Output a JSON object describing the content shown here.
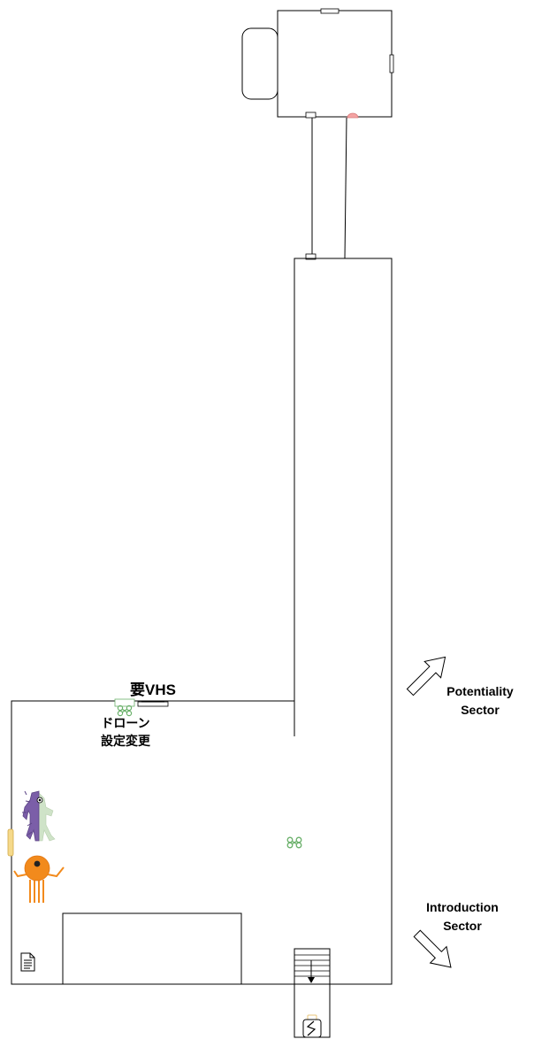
{
  "labels": {
    "vhs_required": "要VHS",
    "drone_line1": "ドローン",
    "drone_line2": "設定変更",
    "potentiality_line1": "Potentiality",
    "potentiality_line2": "Sector",
    "introduction_line1": "Introduction",
    "introduction_line2": "Sector"
  },
  "icons": {
    "drone": "drone-icon",
    "document": "document-icon",
    "entity_purple_white": "split-creature-icon",
    "entity_orange": "orange-octopus-icon",
    "stairs": "stairs-icon",
    "elevator_down": "down-arrow-icon",
    "lightning_card": "lightning-card-icon",
    "arrow_up_right": "arrow-up-right-icon",
    "arrow_down_right": "arrow-down-right-icon",
    "red_button": "alarm-button-icon"
  },
  "colors": {
    "wall": "#000000",
    "drone": "#6ab06a",
    "door_yellow": "#f5d98a",
    "entity_purple": "#7b5ea8",
    "entity_pale": "#cfe3c8",
    "entity_orange": "#f28a1c",
    "alarm": "#f4a3a3",
    "card_border": "#e8c67a"
  }
}
